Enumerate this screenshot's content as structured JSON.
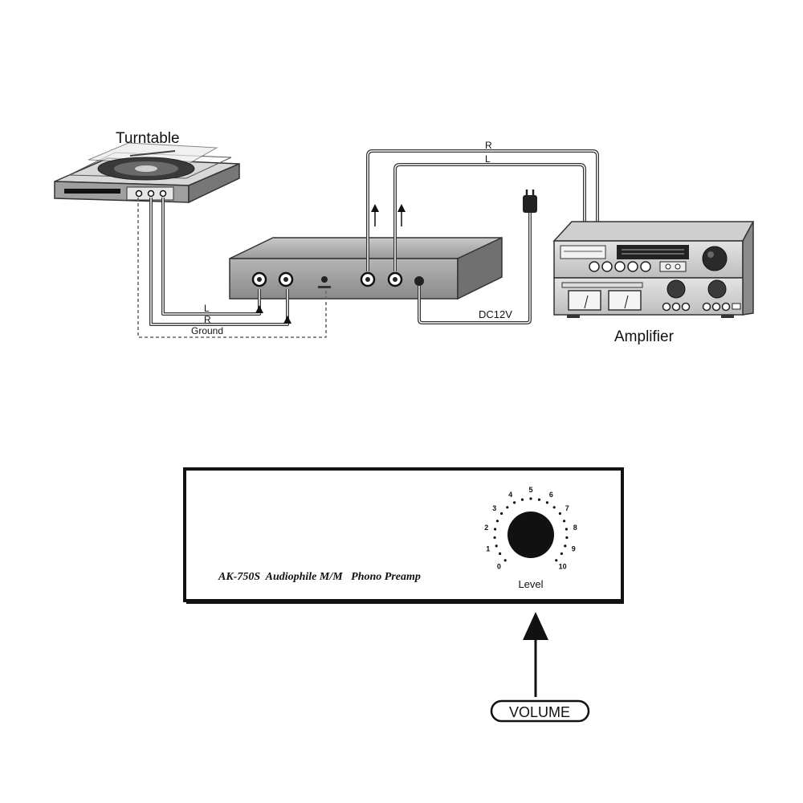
{
  "connection_diagram": {
    "turntable": {
      "label": "Turntable"
    },
    "amplifier": {
      "label": "Amplifier"
    },
    "cables": {
      "output_right": "R",
      "output_left": "L",
      "input_left": "L",
      "input_right": "R",
      "ground": "Ground",
      "power": "DC12V"
    }
  },
  "front_panel": {
    "product_name": "AK-750S  Audiophile M/M   Phono Preamp",
    "knob": {
      "label": "Level",
      "scale": [
        "0",
        "1",
        "2",
        "3",
        "4",
        "5",
        "6",
        "7",
        "8",
        "9",
        "10"
      ]
    },
    "callout": "VOLUME"
  }
}
